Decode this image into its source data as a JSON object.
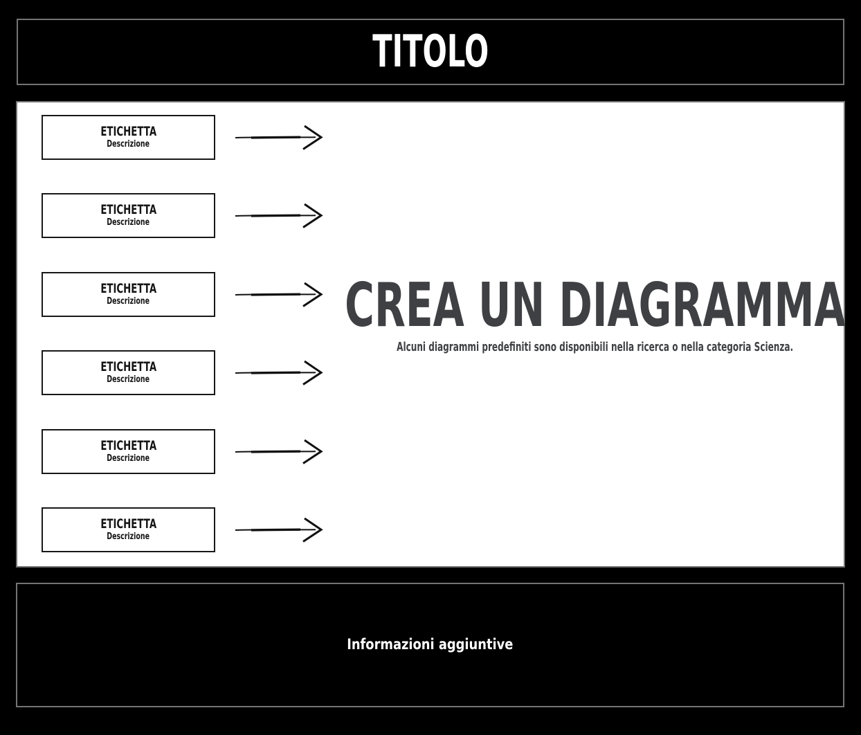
{
  "header": {
    "title": "TITOLO"
  },
  "main": {
    "labels": [
      {
        "label": "ETICHETTA",
        "description": "Descrizione"
      },
      {
        "label": "ETICHETTA",
        "description": "Descrizione"
      },
      {
        "label": "ETICHETTA",
        "description": "Descrizione"
      },
      {
        "label": "ETICHETTA",
        "description": "Descrizione"
      },
      {
        "label": "ETICHETTA",
        "description": "Descrizione"
      },
      {
        "label": "ETICHETTA",
        "description": "Descrizione"
      }
    ],
    "center": {
      "heading": "CREA UN DIAGRAMMA",
      "subtitle": "Alcuni diagrammi predefiniti sono disponibili nella ricerca o nella categoria Scienza."
    }
  },
  "footer": {
    "label": "Informazioni aggiuntive"
  },
  "colors": {
    "page_background": "#000000",
    "panel_border": "#747474",
    "canvas_background": "#ffffff",
    "label_box_border": "#171717",
    "heading_text": "#3f4043",
    "text_on_dark": "#ffffff",
    "arrow_ink": "#111111"
  },
  "icons": {
    "row_arrow": "right-arrow-icon"
  }
}
